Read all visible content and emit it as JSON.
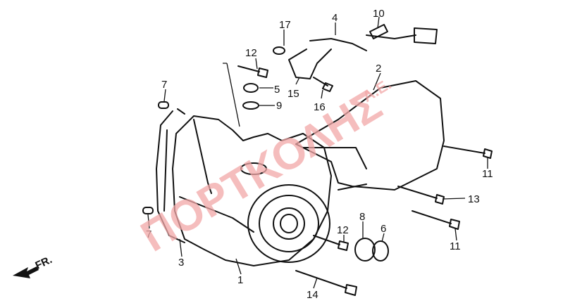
{
  "diagram": {
    "watermark": "ΠΟΡΤΚΟΛΗΣ",
    "watermark_suffix": "Α.Ε.",
    "direction_label": "FR.",
    "callouts": [
      "17",
      "4",
      "10",
      "12",
      "2",
      "7",
      "5",
      "9",
      "15",
      "16",
      "11",
      "13",
      "7",
      "8",
      "6",
      "12",
      "11",
      "3",
      "1",
      "14"
    ]
  },
  "colors": {
    "line": "#111111",
    "watermark": "#f2a8a8"
  }
}
